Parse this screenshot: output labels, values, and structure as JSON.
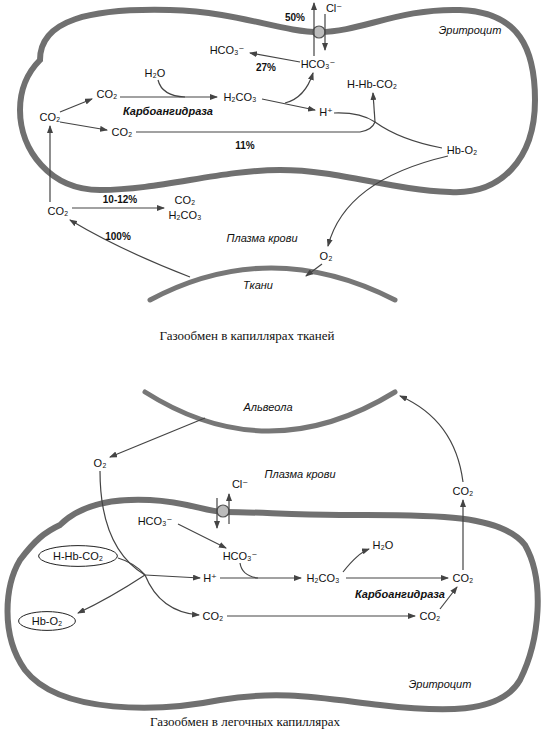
{
  "diagram": {
    "nodes": [
      {
        "text": [
          "Эритроцит"
        ]
      },
      {
        "text": [
          "Эритроцит"
        ]
      },
      {
        "text": [
          "H-Hb-CO₂"
        ],
        "in": 1
      },
      {
        "text": [
          "Hb-O₂"
        ],
        "in": 1
      }
    ],
    "labels": [
      "Cl⁻",
      "50%",
      "HCO₃⁻",
      "HCO₃⁻",
      "27%",
      "H₂O",
      "H-Hb-CO₂",
      "CO₂",
      "H₂CO₃",
      "Карбоангидраза",
      "H⁺",
      "CO₂",
      "CO₂",
      "11%",
      "Hb-O₂",
      "10-12%",
      "CO₂",
      "CO₂",
      "H₂CO₃",
      "100%",
      "Плазма крови",
      "O₂",
      "Ткани",
      "Газообмен в капиллярах тканей",
      "Альвеола",
      "O₂",
      "Плазма крови",
      "Cl⁻",
      "CO₂",
      "HCO₃⁻",
      "H₂O",
      "HCO₃⁻",
      "H⁺",
      "H₂CO₃",
      "CO₂",
      "Карбоангидраза",
      "CO₂",
      "CO₂",
      "Газообмен в легочных капиллярах"
    ]
  }
}
